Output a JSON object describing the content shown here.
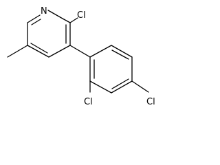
{
  "molecule": {
    "atom_labels": {
      "nitrogen": "N",
      "chlorine_pyridine": "Cl",
      "chlorine_ortho": "Cl",
      "chlorine_para": "Cl"
    },
    "colors": {
      "bond": "#000000",
      "label": "#000000",
      "background": "#ffffff"
    }
  }
}
